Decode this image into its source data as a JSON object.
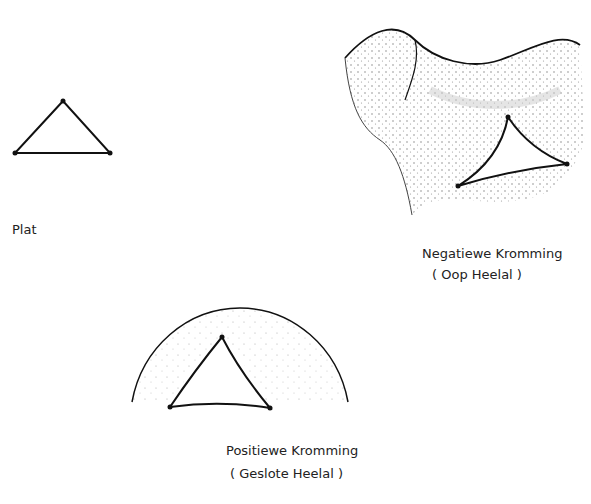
{
  "diagram": {
    "labels": [
      "Plat",
      "Negatiewe Kromming",
      "( Oop Heelal )",
      "Positiewe Kromming",
      "( Geslote Heelal )"
    ]
  }
}
